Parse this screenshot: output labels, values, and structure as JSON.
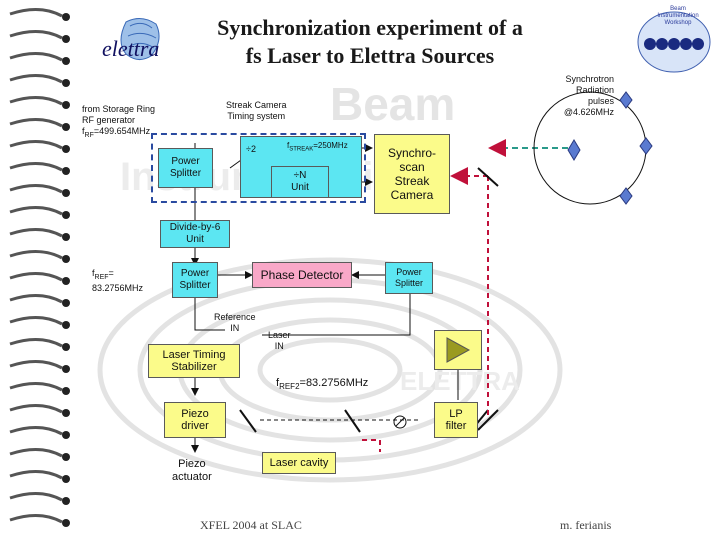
{
  "title": {
    "line1": "Synchronization experiment of a",
    "line2": "fs Laser to Elettra Sources"
  },
  "logo": {
    "text": "elettra"
  },
  "corner_logo": {
    "text": "Beam Instrumentation Workshop"
  },
  "background": {
    "watermark1": "Beam",
    "watermark2": "Instrumentation",
    "watermark3": "ELETTRA"
  },
  "labels": {
    "storage_ring_line1": "from Storage Ring",
    "storage_ring_line2": "RF generator",
    "storage_ring_line3_prefix": "f",
    "storage_ring_line3_sub": "RF",
    "storage_ring_line3_value": "=499.654MHz",
    "streak_timing_line1": "Streak Camera",
    "streak_timing_line2": "Timing system",
    "synchrotron_line1": "Synchrotron",
    "synchrotron_line2": "Radiation",
    "synchrotron_line3": "pulses",
    "synchrotron_line4": "@4.626MHz",
    "fref_prefix": "f",
    "fref_sub": "REF",
    "fref_value": "=",
    "fref_line2": "83.2756MHz",
    "reference_in_line1": "Reference",
    "reference_in_line2": "IN",
    "laser_in_line1": "Laser",
    "laser_in_line2": "IN",
    "fref2_prefix": "f",
    "fref2_sub": "REF2",
    "fref2_value": "=83.2756MHz",
    "piezo_actuator_line1": "Piezo",
    "piezo_actuator_line2": "actuator",
    "divide2": "÷2",
    "fstreak_prefix": "f",
    "fstreak_sub": "STREAK",
    "fstreak_value": "=250MHz"
  },
  "blocks": {
    "power_splitter_1_line1": "Power",
    "power_splitter_1_line2": "Splitter",
    "n_unit_line1": "÷N",
    "n_unit_line2": "Unit",
    "streak_camera_line1": "Synchro-",
    "streak_camera_line2": "scan",
    "streak_camera_line3": "Streak",
    "streak_camera_line4": "Camera",
    "divide6_line1": "Divide-by-6",
    "divide6_line2": "Unit",
    "power_splitter_2_line1": "Power",
    "power_splitter_2_line2": "Splitter",
    "phase_detector": "Phase Detector",
    "power_splitter_3_line1": "Power",
    "power_splitter_3_line2": "Splitter",
    "laser_timing_line1": "Laser Timing",
    "laser_timing_line2": "Stabilizer",
    "piezo_driver_line1": "Piezo",
    "piezo_driver_line2": "driver",
    "lp_filter_line1": "LP",
    "lp_filter_line2": "filter",
    "laser_cavity": "Laser cavity"
  },
  "footer": {
    "left": "XFEL 2004 at SLAC",
    "right": "m. ferianis"
  },
  "colors": {
    "cyan": "#5ce6f2",
    "yellow": "#fbfb8a",
    "pink": "#f9a8c8",
    "blue_dash": "#2a4aa0",
    "teal_dash": "#2a9a8a",
    "red_arrow": "#c0103a"
  }
}
